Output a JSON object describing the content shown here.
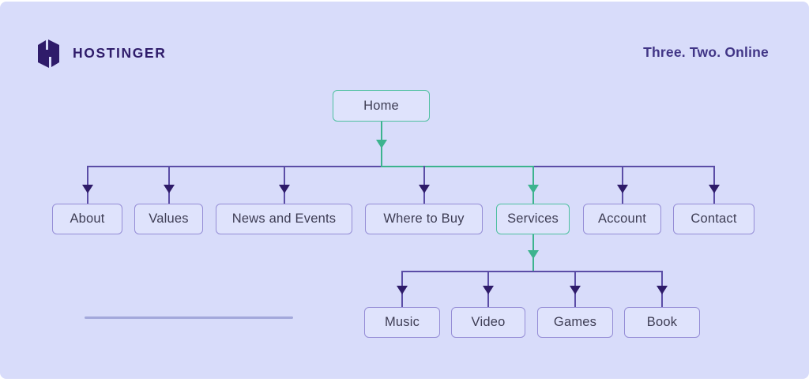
{
  "brand": {
    "name": "HOSTINGER",
    "logo_icon": "hostinger-h-logo"
  },
  "tagline": "Three. Two. Online",
  "sitemap": {
    "root": {
      "id": "home",
      "label": "Home",
      "highlighted": true
    },
    "children": [
      {
        "id": "about",
        "label": "About"
      },
      {
        "id": "values",
        "label": "Values"
      },
      {
        "id": "news-and-events",
        "label": "News and Events"
      },
      {
        "id": "where-to-buy",
        "label": "Where to Buy"
      },
      {
        "id": "services",
        "label": "Services",
        "highlighted": true,
        "children": [
          {
            "id": "music",
            "label": "Music"
          },
          {
            "id": "video",
            "label": "Video"
          },
          {
            "id": "games",
            "label": "Games"
          },
          {
            "id": "book",
            "label": "Book"
          }
        ]
      },
      {
        "id": "account",
        "label": "Account"
      },
      {
        "id": "contact",
        "label": "Contact"
      }
    ]
  },
  "colors": {
    "canvas": "#d8dcfa",
    "node_fill": "#dfe3fc",
    "node_border": "#958dd6",
    "node_text": "#3e3d54",
    "green_border": "#4ec0a0",
    "green_line": "#3cb38e",
    "line_purple": "#5b4da6",
    "arrow_purple": "#2e1b69",
    "brand_purple": "#2f1c6a",
    "tagline_purple": "#413586",
    "divider": "#a3a8db"
  }
}
